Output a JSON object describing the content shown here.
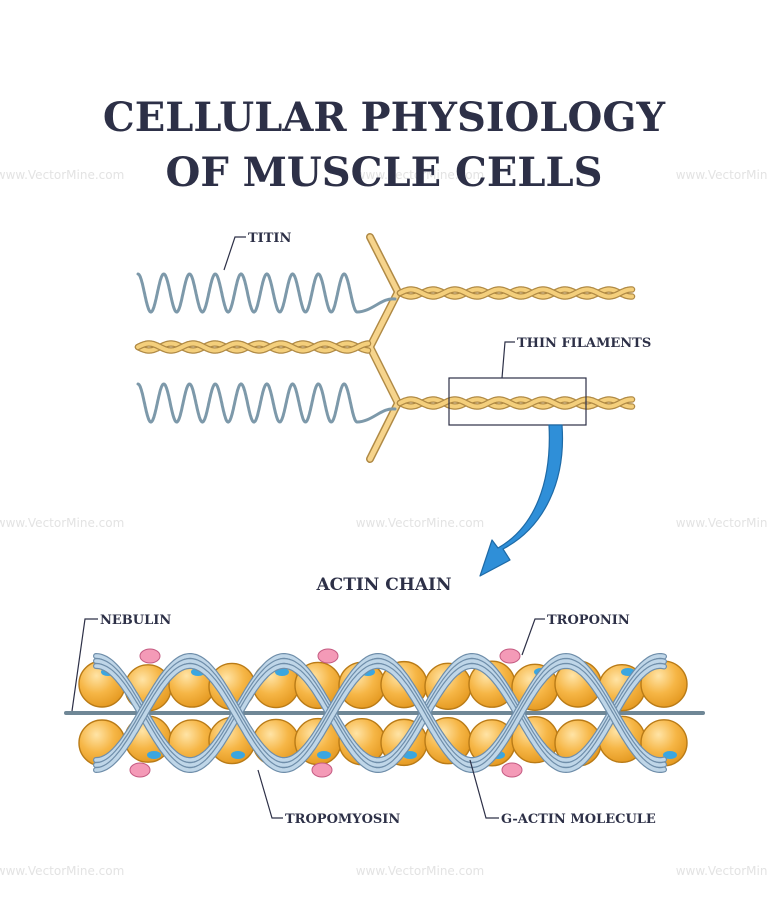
{
  "title": {
    "line1": "CELLULAR PHYSIOLOGY",
    "line2": "OF MUSCLE CELLS"
  },
  "labels": {
    "titin": "TITIN",
    "thin_filaments": "THIN FILAMENTS",
    "actin_chain": "ACTIN CHAIN",
    "nebulin": "NEBULIN",
    "troponin": "TROPONIN",
    "tropomyosin": "TROPOMYOSIN",
    "g_actin": "G-ACTIN MOLECULE"
  },
  "watermark": "www.VectorMine.com",
  "colors": {
    "title": "#2d3047",
    "titin": "#7d99aa",
    "filament_fill": "#f4cf7c",
    "filament_stroke": "#b08a45",
    "z_line": "#f6d48c",
    "arrow": "#2f8fd8",
    "actin_fill": "#f5b13d",
    "actin_stroke": "#b97b17",
    "tropomyosin": "#bfd6e8",
    "troponin": "#f49ab7",
    "actin_spot": "#3ba6e0",
    "nebulin": "#6f8796"
  }
}
